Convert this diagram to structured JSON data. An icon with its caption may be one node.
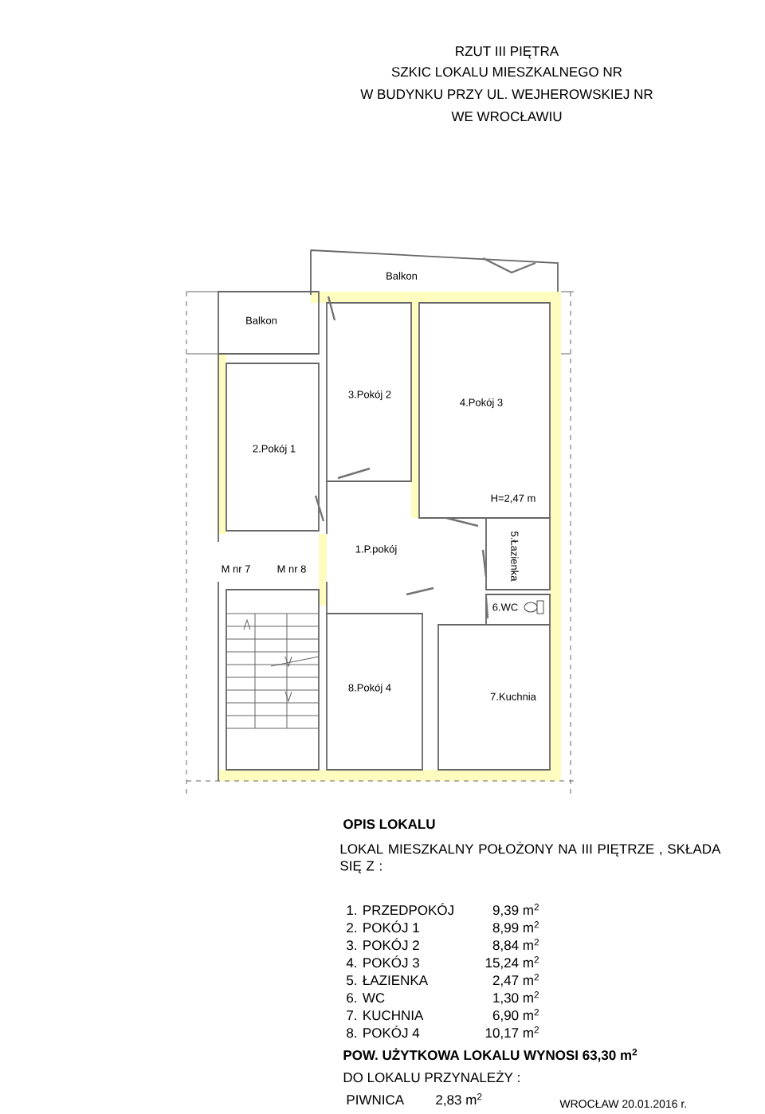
{
  "diagram": {
    "title": "RZUT III PIĘTRA",
    "labels": [
      "SZKIC LOKALU MIESZKALNEGO NR",
      "W BUDYNKU PRZY UL. WEJHEROWSKIEJ NR",
      "WE WROCŁAWIU",
      "Balkon",
      "Balkon",
      "3.Pokój 2",
      "4.Pokój 3",
      "2.Pokój 1",
      "H=2,47 m",
      "5.Łazienka",
      "1.P.pokój",
      "M nr 7",
      "M nr 8",
      "6.WC",
      "8.Pokój 4",
      "7.Kuchnia",
      "OPIS LOKALU",
      "LOKAL MIESZKALNY POŁOŻONY NA III PIĘTRZE , SKŁADA SIĘ Z :",
      "1. PRZEDPOKÓJ",
      "9,39 m$^{2}$",
      "2. POKÓJ 1",
      "8,99 m$^{2}$",
      "3. POKÓJ 2",
      "8,84 m$^{2}$",
      "4. POKÓJ 3",
      "15,24 m$^{2}$",
      "5. ŁAZIENKA",
      "2,47 m$^{2}$",
      "6. WC",
      "1,30 m$^{2}$",
      "7. KUCHNIA",
      "6,90 m$^{2}$",
      "8. POKÓJ 4",
      "10,17 m$^{2}$",
      "POW. UŻYTKOWA LOKALU WYNOSI 63,30 m$^{2}$",
      "DO LOKALU PRZYNALEŻY :",
      "PIWNICA",
      "2,83 m$^{2}$",
      "WROCŁAW 20.01.2016 r."
    ]
  }
}
